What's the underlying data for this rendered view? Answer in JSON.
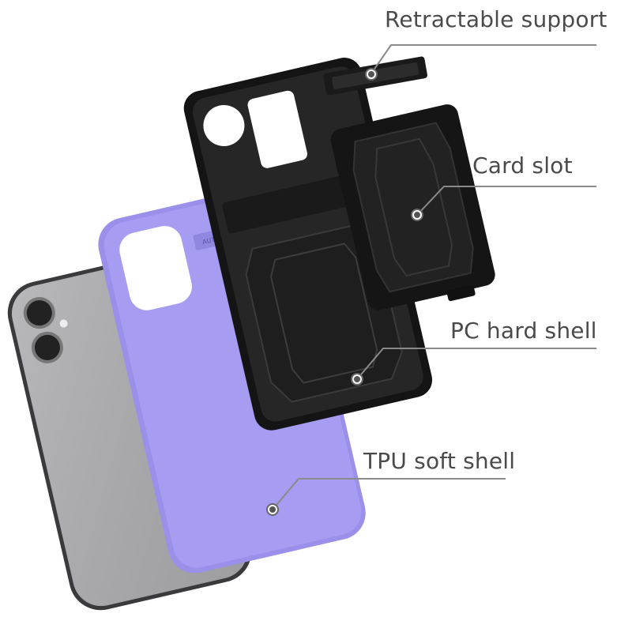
{
  "callouts": {
    "retractable_support": "Retractable support",
    "card_slot": "Card slot",
    "pc_hard_shell": "PC hard shell",
    "tpu_soft_shell": "TPU soft shell"
  },
  "case_emboss": "AUTOFOCUS",
  "colors": {
    "case_purple": "#a49bf2",
    "shell_black": "#1b1b1b",
    "phone_gray": "#a6a6a8",
    "callout_line": "#8a8a8a",
    "label_text": "#4a4a4a"
  }
}
